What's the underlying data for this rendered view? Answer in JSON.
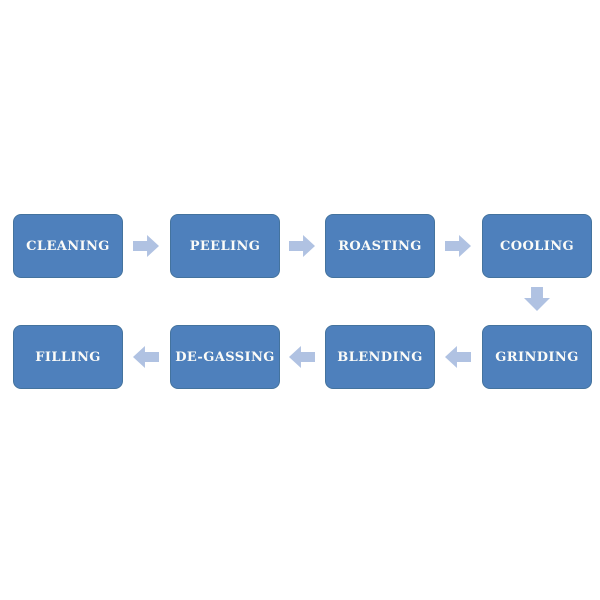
{
  "colors": {
    "background": "#FFFFFF",
    "box_fill": "#4E80BC",
    "box_border": "#44739E",
    "arrow_fill": "#B0C2E2",
    "label_text": "#FBFBF8"
  },
  "flow": {
    "steps": [
      {
        "label": "CLEANING"
      },
      {
        "label": "PEELING"
      },
      {
        "label": "ROASTING"
      },
      {
        "label": "COOLING"
      },
      {
        "label": "GRINDING"
      },
      {
        "label": "BLENDING"
      },
      {
        "label": "DE-GASSING"
      },
      {
        "label": "FILLING"
      }
    ],
    "connections": [
      {
        "from": "CLEANING",
        "to": "PEELING",
        "direction": "right"
      },
      {
        "from": "PEELING",
        "to": "ROASTING",
        "direction": "right"
      },
      {
        "from": "ROASTING",
        "to": "COOLING",
        "direction": "right"
      },
      {
        "from": "COOLING",
        "to": "GRINDING",
        "direction": "down"
      },
      {
        "from": "GRINDING",
        "to": "BLENDING",
        "direction": "left"
      },
      {
        "from": "BLENDING",
        "to": "DE-GASSING",
        "direction": "left"
      },
      {
        "from": "DE-GASSING",
        "to": "FILLING",
        "direction": "left"
      }
    ]
  }
}
